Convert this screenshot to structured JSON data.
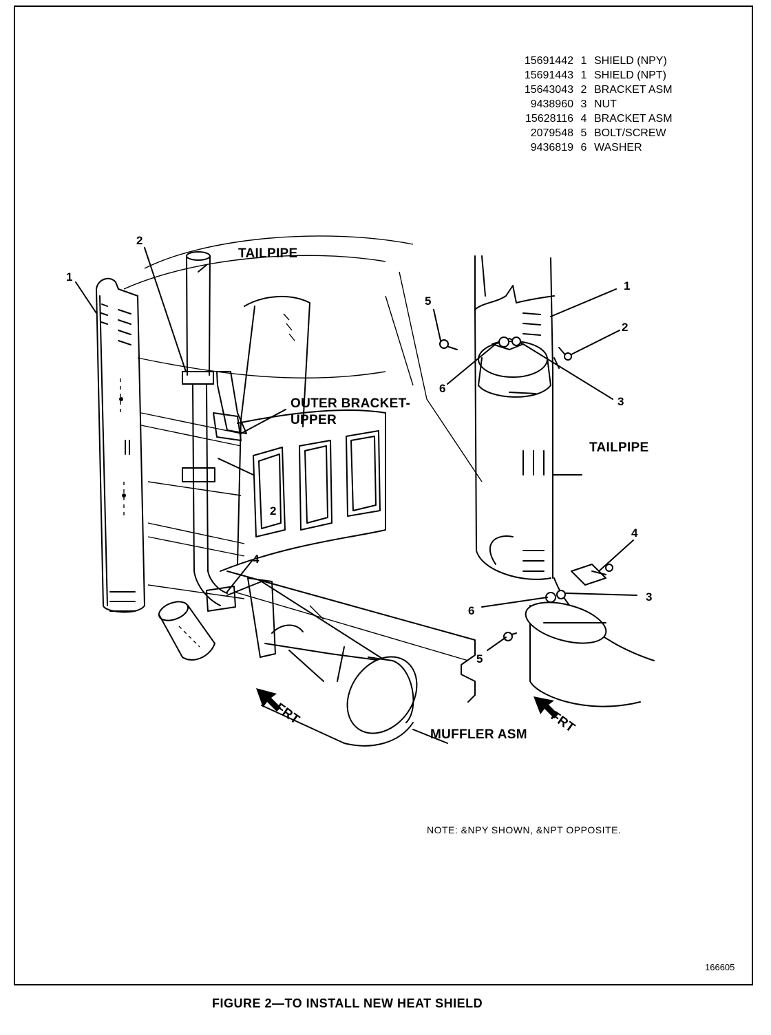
{
  "parts_list": [
    {
      "part_number": "15691442",
      "qty": "1",
      "description": "SHIELD (NPY)"
    },
    {
      "part_number": "15691443",
      "qty": "1",
      "description": "SHIELD (NPT)"
    },
    {
      "part_number": "15643043",
      "qty": "2",
      "description": "BRACKET ASM"
    },
    {
      "part_number": "9438960",
      "qty": "3",
      "description": "NUT"
    },
    {
      "part_number": "15628116",
      "qty": "4",
      "description": "BRACKET ASM"
    },
    {
      "part_number": "2079548",
      "qty": "5",
      "description": "BOLT/SCREW"
    },
    {
      "part_number": "9436819",
      "qty": "6",
      "description": "WASHER"
    }
  ],
  "labels": {
    "tailpipe_left": "TAILPIPE",
    "outer_bracket_1": "OUTER BRACKET-",
    "outer_bracket_2": "UPPER",
    "muffler": "MUFFLER ASM",
    "frt_left": "FRT",
    "frt_right": "FRT",
    "tailpipe_right": "TAILPIPE"
  },
  "callouts_left": {
    "c1": "1",
    "c2a": "2",
    "c2b": "2",
    "c4": "4"
  },
  "callouts_right": {
    "c1": "1",
    "c2": "2",
    "c3a": "3",
    "c3b": "3",
    "c4": "4",
    "c5a": "5",
    "c5b": "5",
    "c6a": "6",
    "c6b": "6"
  },
  "note": "NOTE: &NPY SHOWN, &NPT OPPOSITE.",
  "figure_number": "166605",
  "caption": "FIGURE 2—TO INSTALL NEW HEAT SHIELD"
}
